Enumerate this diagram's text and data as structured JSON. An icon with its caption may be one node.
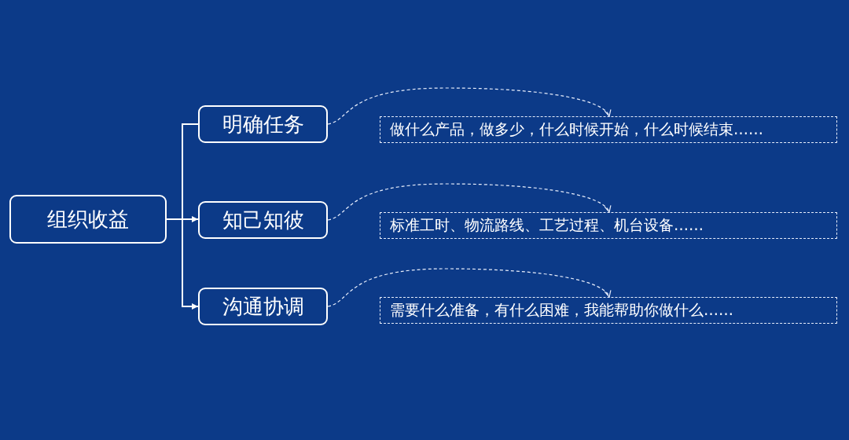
{
  "diagram": {
    "nodes": [
      {
        "text": [
          "组织收益"
        ]
      },
      {
        "text": [
          "明确任务"
        ]
      },
      {
        "text": [
          "知己知彼"
        ]
      },
      {
        "text": [
          "沟通协调"
        ]
      },
      {
        "text": [
          "做什么产品，做多少，什么时候开始，什么时候结束……"
        ]
      },
      {
        "text": [
          "标准工时、物流路线、工艺过程、机台设备……"
        ]
      },
      {
        "text": [
          "需要什么准备，有什么困难，我能帮助你做什么……"
        ]
      }
    ],
    "edges": [
      {
        "from": 0,
        "to": 1,
        "arrow": "none"
      },
      {
        "from": 0,
        "to": 2,
        "arrow": "to"
      },
      {
        "from": 0,
        "to": 3,
        "arrow": "to"
      },
      {
        "from": 1,
        "to": 4,
        "arrow": "to",
        "style": "dashed"
      },
      {
        "from": 2,
        "to": 5,
        "arrow": "to",
        "style": "dashed"
      },
      {
        "from": 3,
        "to": 6,
        "arrow": "to",
        "style": "dashed"
      }
    ]
  }
}
